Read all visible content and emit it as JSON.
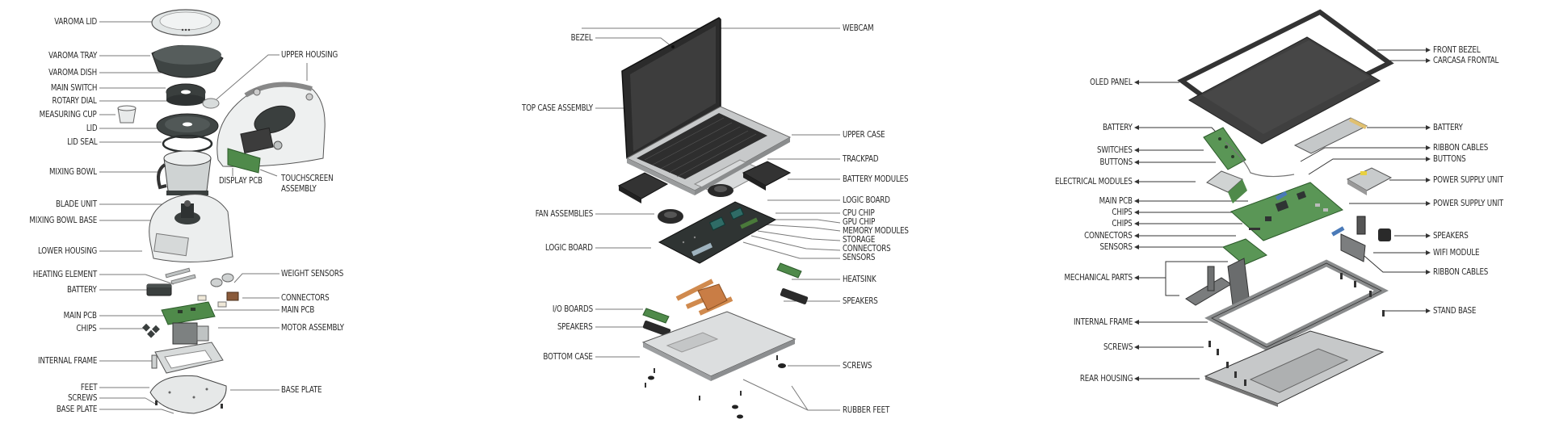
{
  "diagrams": [
    {
      "subject": "Kitchen appliance (food processor) exploded view",
      "labels_left": [
        "VAROMA LID",
        "VAROMA TRAY",
        "VAROMA DISH",
        "MAIN SWITCH",
        "ROTARY DIAL",
        "MEASURING CUP",
        "LID",
        "LID SEAL",
        "MIXING BOWL",
        "BLADE UNIT",
        "MIXING BOWL BASE",
        "LOWER HOUSING",
        "HEATING ELEMENT",
        "BATTERY",
        "MAIN PCB",
        "CHIPS",
        "INTERNAL FRAME",
        "FEET",
        "SCREWS",
        "BASE PLATE"
      ],
      "labels_right": [
        "UPPER HOUSING",
        "DISPLAY PCB",
        "TOUCHSCREEN",
        "ASSEMBLY",
        "WEIGHT SENSORS",
        "CONNECTORS",
        "MAIN PCB",
        "MOTOR ASSEMBLY",
        "BASE PLATE"
      ]
    },
    {
      "subject": "Laptop exploded view",
      "labels_left": [
        "BEZEL",
        "TOP CASE ASSEMBLY",
        "FAN ASSEMBLIES",
        "LOGIC BOARD",
        "I/O BOARDS",
        "SPEAKERS",
        "BOTTOM CASE"
      ],
      "labels_right": [
        "WEBCAM",
        "UPPER CASE",
        "TRACKPAD",
        "BATTERY MODULES",
        "LOGIC BOARD",
        "CPU CHIP",
        "GPU CHIP",
        "MEMORY MODULES",
        "STORAGE",
        "CONNECTORS",
        "SENSORS",
        "HEATSINK",
        "SPEAKERS",
        "SCREWS",
        "RUBBER FEET"
      ]
    },
    {
      "subject": "Display monitor exploded view",
      "labels_left": [
        "OLED PANEL",
        "BATTERY",
        "SWITCHES",
        "BUTTONS",
        "ELECTRICAL MODULES",
        "MAIN PCB",
        "CHIPS",
        "CHIPS",
        "CONNECTORS",
        "SENSORS",
        "MECHANICAL PARTS",
        "INTERNAL FRAME",
        "SCREWS",
        "REAR HOUSING"
      ],
      "labels_right": [
        "FRONT BEZEL",
        "CARCASA FRONTAL",
        "BATTERY",
        "RIBBON CABLES",
        "BUTTONS",
        "POWER SUPPLY UNIT",
        "POWER SUPPLY UNIT",
        "SPEAKERS",
        "WIFI MODULE",
        "RIBBON CABLES",
        "STAND BASE"
      ]
    }
  ],
  "colors": {
    "background": "#ffffff",
    "label_text": "#2a2a2a",
    "leader_line": "#7a7a7a",
    "dark_part": "#3a3f3e",
    "light_part": "#e6e8e8",
    "pcb_green": "#4f8a4a",
    "copper": "#d08a4e",
    "screen": "#3c3c3c"
  }
}
